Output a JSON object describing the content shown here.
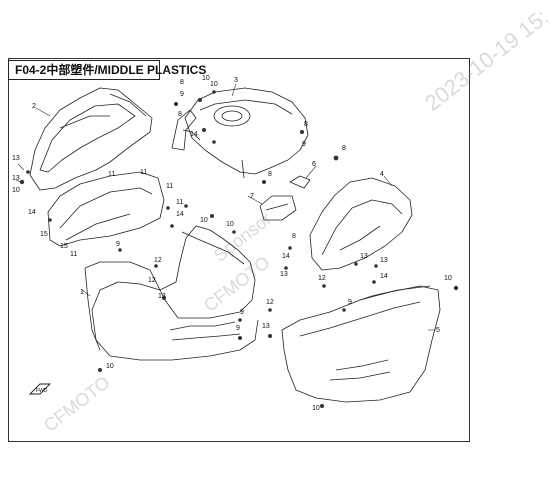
{
  "title": "F04-2中部塑件/MIDDLE PLASTICS",
  "watermarks": [
    "2023-10-19  15:",
    "CFMOTO",
    "CFMOTO",
    "Sponsor"
  ],
  "callouts": [
    "1",
    "2",
    "3",
    "4",
    "5",
    "6",
    "7",
    "8",
    "9",
    "10",
    "11",
    "12",
    "13",
    "14",
    "15"
  ],
  "forward_arrow_label": "FWD",
  "colors": {
    "line": "#222222",
    "watermark": "#9a9a9a"
  }
}
